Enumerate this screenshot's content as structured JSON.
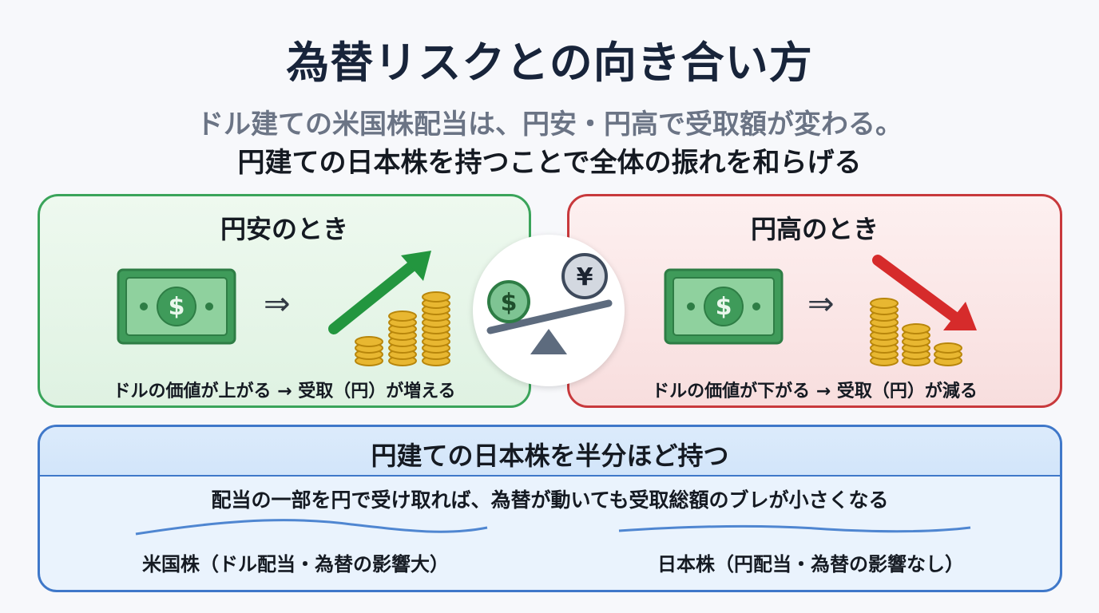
{
  "title": "為替リスクとの向き合い方",
  "subtitle_line1": "ドル建ての米国株配当は、円安・円高で受取額が変わる。",
  "subtitle_line2": "円建ての日本株を持つことで全体の振れを和らげる",
  "left_panel": {
    "title": "円安のとき",
    "arrow_symbol": "⇒",
    "caption": "ドルの価値が上がる → 受取（円）が増える"
  },
  "right_panel": {
    "title": "円高のとき",
    "arrow_symbol": "⇒",
    "caption": "ドルの価値が下がる → 受取（円）が減る"
  },
  "scale": {
    "left_coin_symbol": "$",
    "right_coin_symbol": "¥"
  },
  "bottom_panel": {
    "title": "円建ての日本株を半分ほど持つ",
    "description": "配当の一部を円で受け取れば、為替が動いても受取総額のブレが小さくなる",
    "label_us": "米国株（ドル配当・為替の影響大）",
    "label_jp": "日本株（円配当・為替の影響なし）"
  },
  "colors": {
    "green_accent": "#3aa45a",
    "red_accent": "#c8393c",
    "blue_accent": "#3f78c9",
    "gold": "#e8b731"
  },
  "icons": [
    "dollar-bill-icon",
    "rising-arrow-icon",
    "coin-stack-icon",
    "balance-scale-icon",
    "falling-arrow-icon"
  ]
}
